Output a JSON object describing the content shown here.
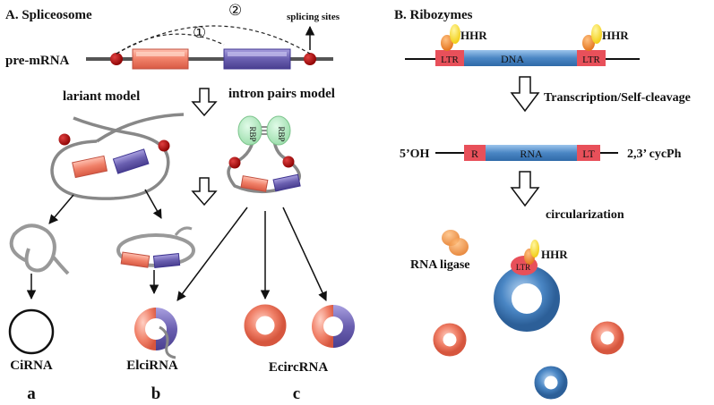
{
  "panelA": {
    "title": "A.  Spliceosome",
    "splicing_sites": "splicing sites",
    "pre_mrna": "pre-mRNA",
    "circle1": "①",
    "circle2": "②",
    "lariant_model": "lariant model",
    "intron_pairs_model": "intron pairs model",
    "rbp": "RBP",
    "ciRNA": "CiRNA",
    "elciRNA": "ElciRNA",
    "ecircRNA": "EcircRNA",
    "a": "a",
    "b": "b",
    "c": "c"
  },
  "panelB": {
    "title": "B.  Ribozymes",
    "hhr": "HHR",
    "ltr": "LTR",
    "dna": "DNA",
    "transcription": "Transcription/Self-cleavage",
    "five_oh": "5’OH",
    "r": "R",
    "rna": "RNA",
    "lt": "LT",
    "cycph": "2,3’ cycPh",
    "circularization": "circularization",
    "rna_ligase": "RNA ligase"
  },
  "colors": {
    "salmon": "#f08068",
    "purple": "#6a5fb0",
    "red_dot": "#b01010",
    "blue": "#4a86c4",
    "ltr_red": "#e8505a",
    "hhr_yellow": "#f5d800",
    "hhr_orange": "#f07a20",
    "rbp_green": "#a9e6b8"
  }
}
